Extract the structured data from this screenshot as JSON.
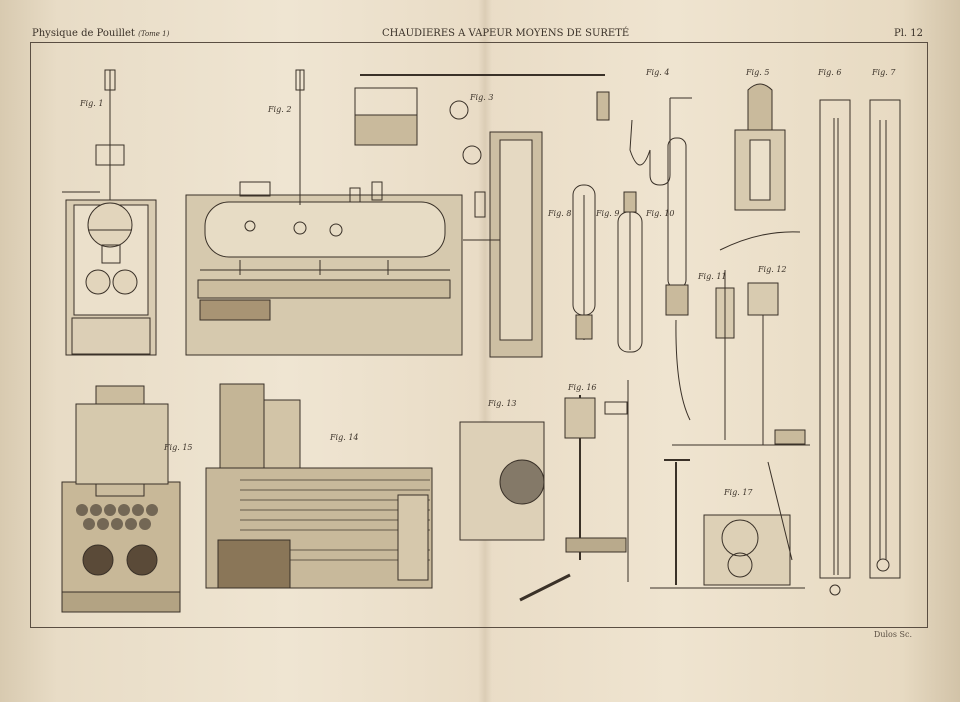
{
  "header": {
    "left": "Physique de Pouillet",
    "left_sub": "(Tome 1)",
    "center": "CHAUDIERES A VAPEUR MOYENS DE SURETÉ",
    "right": "Pl. 12"
  },
  "engraver": "Dulos Sc.",
  "figures": {
    "fig1": "Fig. 1",
    "fig2": "Fig. 2",
    "fig3": "Fig. 3",
    "fig4": "Fig. 4",
    "fig5": "Fig. 5",
    "fig6": "Fig. 6",
    "fig7": "Fig. 7",
    "fig8": "Fig. 8",
    "fig9": "Fig. 9",
    "fig10": "Fig. 10",
    "fig11": "Fig. 11",
    "fig12": "Fig. 12",
    "fig13": "Fig. 13",
    "fig14": "Fig. 14",
    "fig15": "Fig. 15",
    "fig16": "Fig. 16",
    "fig17": "Fig. 17"
  },
  "colors": {
    "ink": "#3a3128",
    "paper": "#efe5d2"
  }
}
